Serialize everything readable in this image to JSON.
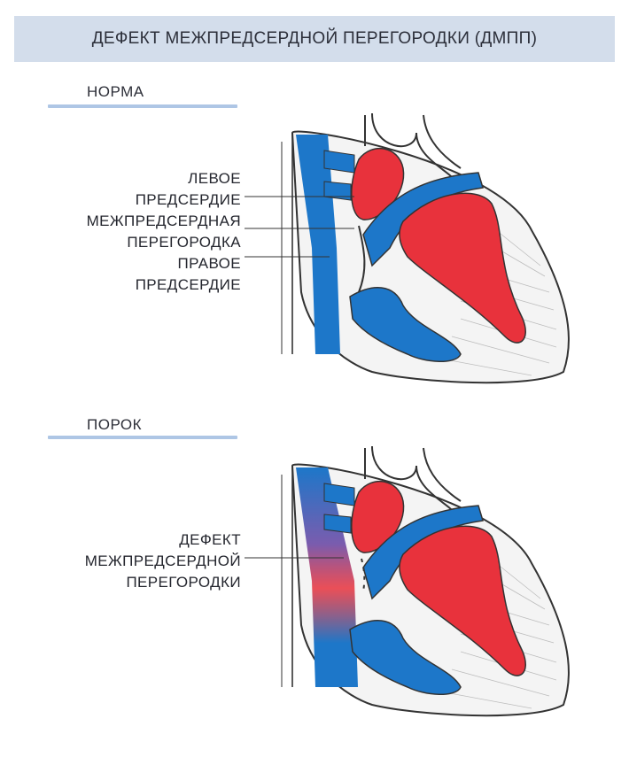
{
  "header": {
    "title": "ДЕФЕКТ МЕЖПРЕДСЕРДНОЙ ПЕРЕГОРОДКИ (ДМПП)"
  },
  "normal": {
    "section_label": "НОРМА",
    "labels": {
      "left_atrium": [
        "ЛЕВОЕ",
        "ПРЕДСЕРДИЕ"
      ],
      "septum": [
        "МЕЖПРЕДСЕРДНАЯ",
        "ПЕРЕГОРОДКА"
      ],
      "right_atrium": [
        "ПРАВОЕ",
        "ПРЕДСЕРДИЕ"
      ]
    }
  },
  "defect": {
    "section_label": "ПОРОК",
    "labels": {
      "defect": [
        "ДЕФЕКТ",
        "МЕЖПРЕДСЕРДНОЙ",
        "ПЕРЕГОРОДКИ"
      ]
    }
  },
  "colors": {
    "oxygenated": "#e8323c",
    "deoxygenated": "#1d77c9",
    "header_bg": "#d3ddeb",
    "rule": "#aec6e5"
  }
}
